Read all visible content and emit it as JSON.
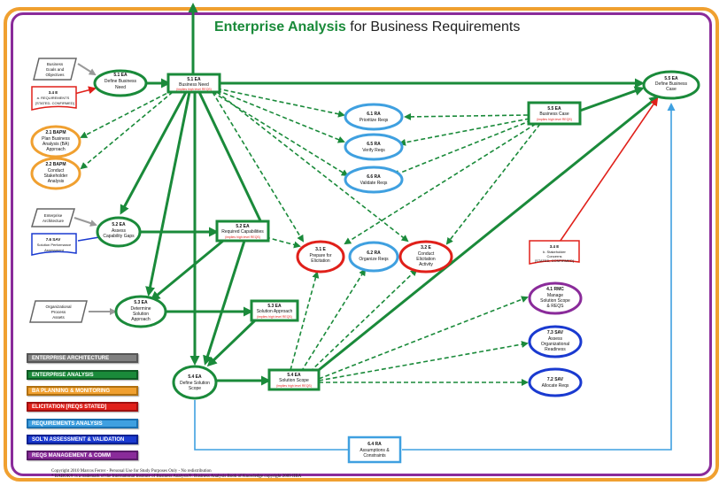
{
  "title": {
    "part1": "Enterprise Analysis",
    "part2": " for Business Requirements"
  },
  "inputs": [
    {
      "name": "input-business-goals",
      "lines": [
        "Business",
        "Goals and",
        "Objectives"
      ]
    },
    {
      "name": "input-enterprise-architecture",
      "lines": [
        "Enterprise",
        "Architecture"
      ]
    },
    {
      "name": "input-org-process-assets",
      "lines": [
        "Organizational",
        "Process",
        "Assets"
      ]
    }
  ],
  "nodes": {
    "n511": {
      "code": "5.1 EA",
      "label": "Define Business",
      "label2": "Need"
    },
    "n51r": {
      "code": "5.1 EA",
      "label": "Business Need",
      "note": "(implies high level REQS)"
    },
    "n34a": {
      "code": "3.4 E",
      "l1": "a. REQUIREMENTS",
      "l2": "[STATED, CONFIRMED]"
    },
    "n21": {
      "code": "2.1 BAPM",
      "l1": "Plan Business",
      "l2": "Analysis (BA)",
      "l3": "Approach"
    },
    "n22": {
      "code": "2.2 BAPM",
      "l1": "Conduct",
      "l2": "Stakeholder",
      "l3": "Analysis"
    },
    "n61": {
      "code": "6.1 RA",
      "l1": "Prioritize Reqs"
    },
    "n65": {
      "code": "6.5 RA",
      "l1": "Verify Reqs"
    },
    "n66": {
      "code": "6.6 RA",
      "l1": "Validate Reqs"
    },
    "n55r": {
      "code": "5.5 EA",
      "l1": "Business Case",
      "note": "(implies high level REQS)"
    },
    "n55o": {
      "code": "5.5 EA",
      "l1": "Define Business",
      "l2": "Case"
    },
    "n52o": {
      "code": "5.2 EA",
      "l1": "Assess",
      "l2": "Capability Gaps"
    },
    "n52r": {
      "code": "5.2 EA",
      "l1": "Required Capabilities",
      "note": "(implies high level REQS)"
    },
    "n76": {
      "code": "7.6 SAV",
      "l1": "Solution Performance",
      "l2": "Assessment"
    },
    "n31": {
      "code": "3.1 E",
      "l1": "Prepare for",
      "l2": "Elicitation"
    },
    "n62": {
      "code": "6.2 RA",
      "l1": "Organize Reqs"
    },
    "n32": {
      "code": "3.2 E",
      "l1": "Conduct",
      "l2": "Elicitation",
      "l3": "Activity"
    },
    "n34b": {
      "code": "3.4 E",
      "l1": "b. Stakeholder",
      "l2": "Concerns",
      "l3": "[STATED, CONFIRMED]"
    },
    "n53o": {
      "code": "5.3 EA",
      "l1": "Determine",
      "l2": "Solution",
      "l3": "Approach"
    },
    "n53r": {
      "code": "5.3 EA",
      "l1": "Solution Approach",
      "note": "(implies high level REQS)"
    },
    "n41": {
      "code": "4.1 RMC",
      "l1": "Manage",
      "l2": "Solution Scope",
      "l3": "& REQS"
    },
    "n73": {
      "code": "7.3 SAV",
      "l1": "Assess",
      "l2": "Organizational",
      "l3": "Readiness"
    },
    "n54o": {
      "code": "5.4 EA",
      "l1": "Define Solution",
      "l2": "Scope"
    },
    "n54r": {
      "code": "5.4 EA",
      "l1": "Solution Scope",
      "note": "(implies high level REQS)"
    },
    "n72": {
      "code": "7.2 SAV",
      "l1": "Allocate Reqs"
    },
    "n64": {
      "code": "6.4 RA",
      "l1": "Assumptions &",
      "l2": "Constraints"
    }
  },
  "legend": [
    {
      "label": "ENTERPRISE ARCHITECTURE",
      "color": "#808080"
    },
    {
      "label": "ENTERPRISE ANALYSIS",
      "color": "#1a8a3a"
    },
    {
      "label": "BA PLANNING & MONITORING",
      "color": "#f0a030"
    },
    {
      "label": "ELICITATION [REQS STATED]",
      "color": "#e0201a"
    },
    {
      "label": "REQUIREMENTS ANALYSIS",
      "color": "#3fa0e0"
    },
    {
      "label": "SOL'N ASSESSMENT & VALIDATION",
      "color": "#1a3ad0"
    },
    {
      "label": "REQS  MANAGEMENT & COMM",
      "color": "#8a2b9a"
    }
  ],
  "copyright": {
    "line1": "Copyright 2010 Marcos Ferrer - Personal Use for Study Purposes Only - No redistribution",
    "line2": "* BABOK® is a trademark of the International Institute of Business Analysis®.  Business Analysis Book of Knowledge copyright 2009 IIBA"
  },
  "colors": {
    "green": "#1a8a3a",
    "red": "#e0201a",
    "orange": "#f0a030",
    "lightblue": "#3fa0e0",
    "darkblue": "#1a3ad0",
    "purple": "#8a2b9a",
    "gray": "#808080"
  }
}
